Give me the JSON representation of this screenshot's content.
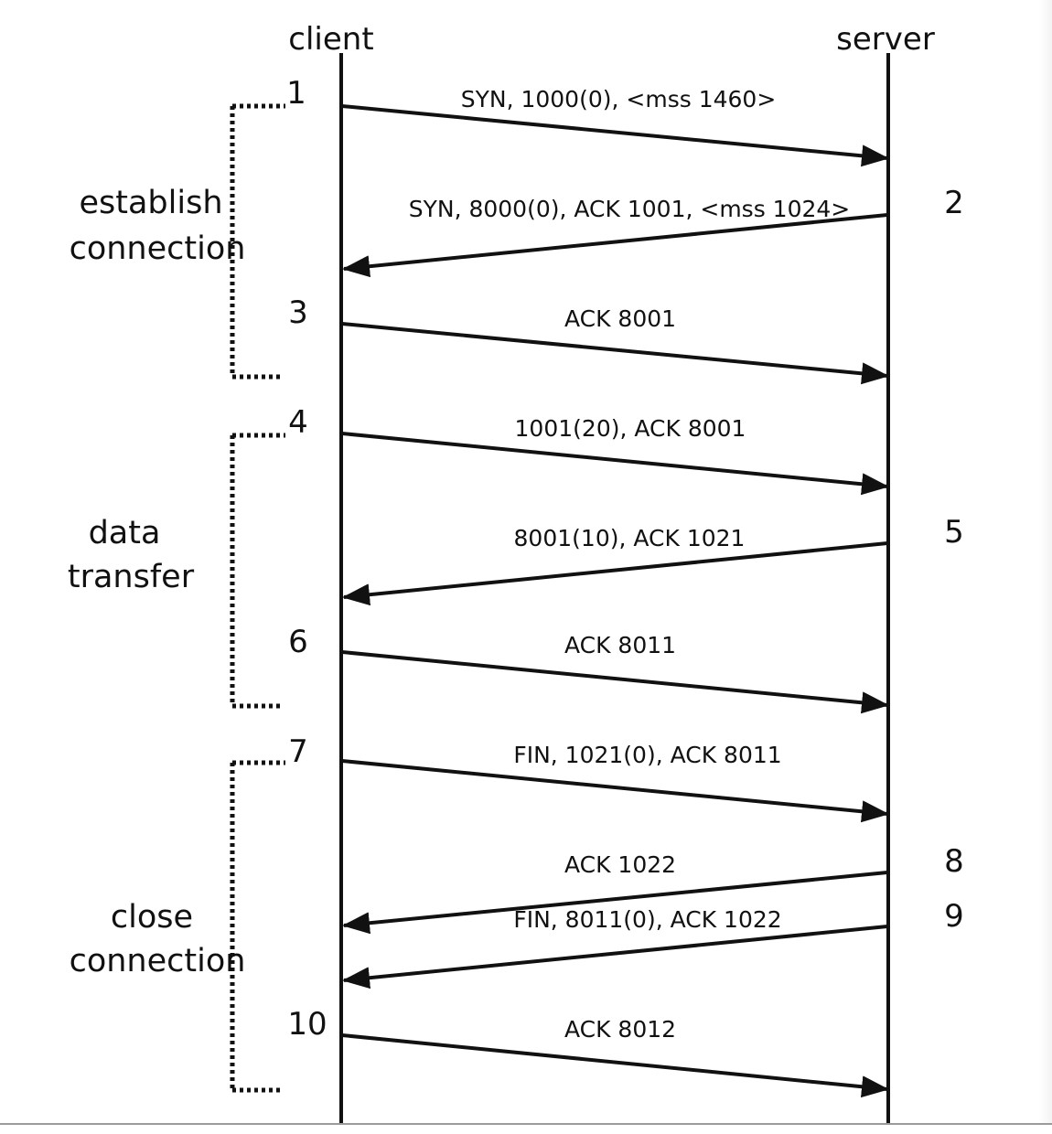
{
  "lanes": {
    "client": "client",
    "server": "server"
  },
  "phases": [
    {
      "lines": [
        "establish",
        "connection"
      ]
    },
    {
      "lines": [
        "data",
        "transfer"
      ]
    },
    {
      "lines": [
        "close",
        "connection"
      ]
    }
  ],
  "messages": [
    {
      "step": "1",
      "label": "SYN, 1000(0), <mss 1460>",
      "from": "client",
      "to": "server"
    },
    {
      "step": "2",
      "label": "SYN, 8000(0), ACK 1001, <mss 1024>",
      "from": "server",
      "to": "client"
    },
    {
      "step": "3",
      "label": "ACK 8001",
      "from": "client",
      "to": "server"
    },
    {
      "step": "4",
      "label": "1001(20), ACK 8001",
      "from": "client",
      "to": "server"
    },
    {
      "step": "5",
      "label": "8001(10), ACK 1021",
      "from": "server",
      "to": "client"
    },
    {
      "step": "6",
      "label": "ACK 8011",
      "from": "client",
      "to": "server"
    },
    {
      "step": "7",
      "label": "FIN, 1021(0), ACK 8011",
      "from": "client",
      "to": "server"
    },
    {
      "step": "8",
      "label": "ACK 1022",
      "from": "server",
      "to": "client"
    },
    {
      "step": "9",
      "label": "FIN, 8011(0), ACK 1022",
      "from": "server",
      "to": "client"
    },
    {
      "step": "10",
      "label": "ACK 8012",
      "from": "client",
      "to": "server"
    }
  ]
}
